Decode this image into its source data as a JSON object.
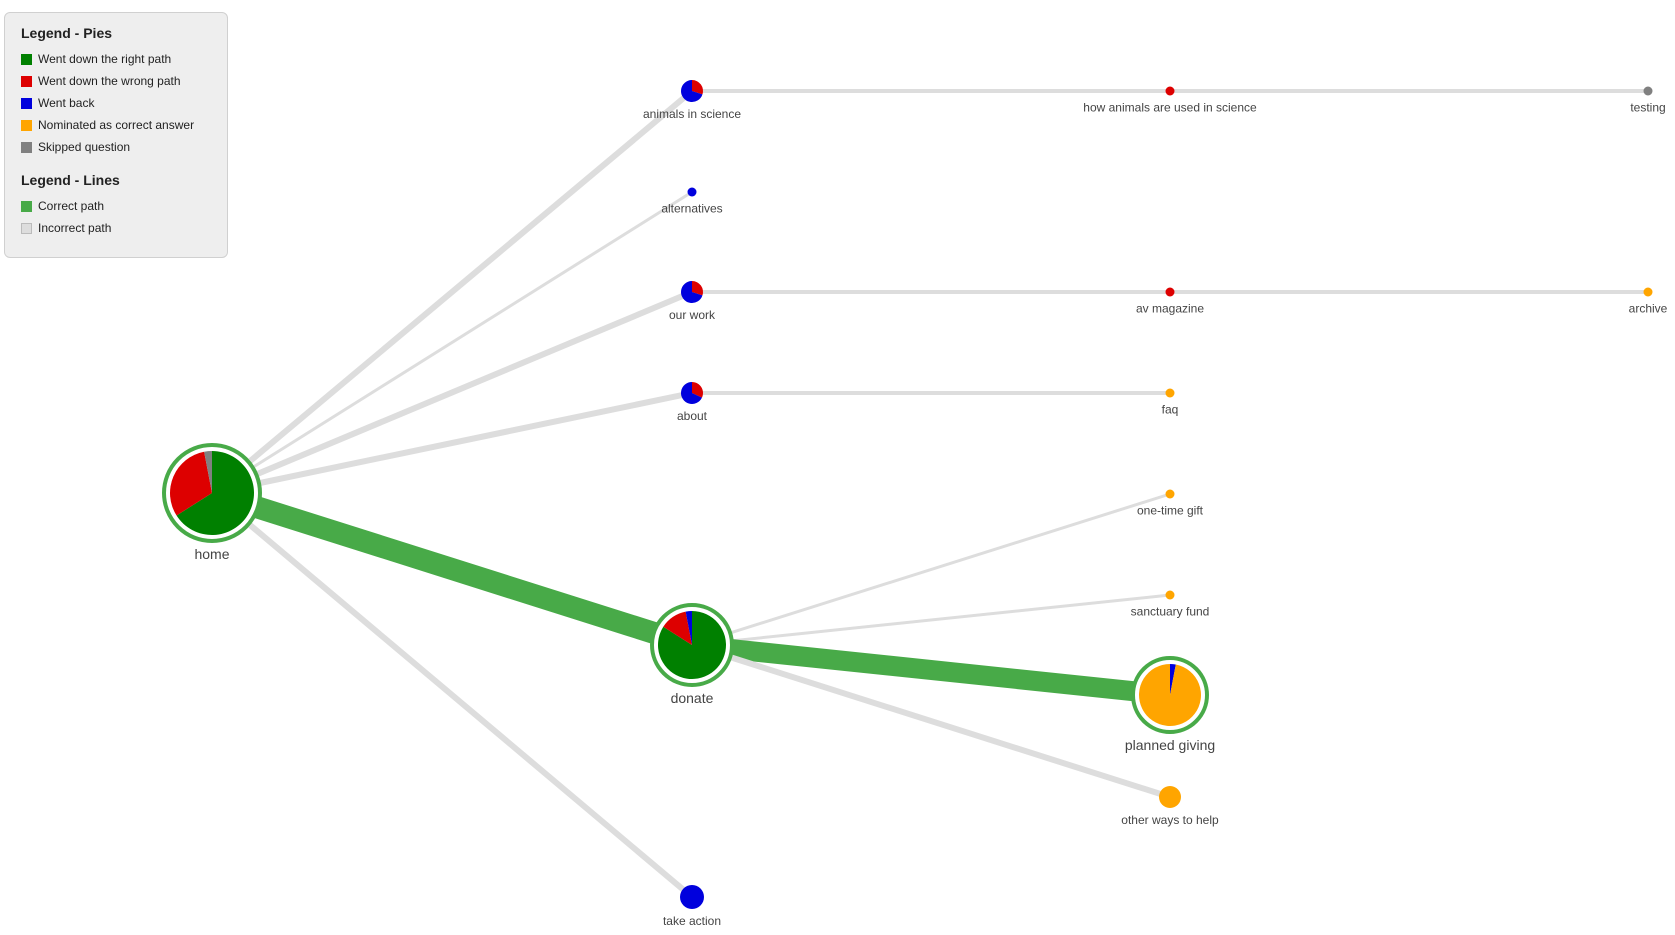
{
  "legend": {
    "pies_title": "Legend - Pies",
    "pies": [
      {
        "label": "Went down the right path",
        "color": "#008000",
        "icon": "square-swatch"
      },
      {
        "label": "Went down the wrong path",
        "color": "#dd0000",
        "icon": "square-swatch"
      },
      {
        "label": "Went back",
        "color": "#0000dd",
        "icon": "square-swatch"
      },
      {
        "label": "Nominated as correct answer",
        "color": "#ffa500",
        "icon": "square-swatch"
      },
      {
        "label": "Skipped question",
        "color": "#808080",
        "icon": "square-swatch"
      }
    ],
    "lines_title": "Legend - Lines",
    "lines": [
      {
        "label": "Correct path",
        "color": "#48aa48",
        "icon": "square-swatch"
      },
      {
        "label": "Incorrect path",
        "color": "#dddddd",
        "icon": "square-swatch"
      }
    ]
  },
  "colors": {
    "right": "#008000",
    "wrong": "#dd0000",
    "back": "#0000dd",
    "nominated": "#ffa500",
    "skipped": "#808080",
    "correct_line": "#48aa48",
    "incorrect_line": "#dddddd"
  },
  "nodes": [
    {
      "id": "home",
      "label": "home",
      "correct": true,
      "pie": {
        "right": 0.66,
        "wrong": 0.31,
        "back": 0.0,
        "nominated": 0.0,
        "skipped": 0.03
      }
    },
    {
      "id": "animals-in-science",
      "label": "animals in science",
      "correct": false,
      "pie": {
        "right": 0,
        "wrong": 0.3,
        "back": 0.7,
        "nominated": 0,
        "skipped": 0
      }
    },
    {
      "id": "alternatives",
      "label": "alternatives",
      "correct": false,
      "pie": {
        "right": 0,
        "wrong": 0,
        "back": 1,
        "nominated": 0,
        "skipped": 0
      }
    },
    {
      "id": "our-work",
      "label": "our work",
      "correct": false,
      "pie": {
        "right": 0,
        "wrong": 0.3,
        "back": 0.7,
        "nominated": 0,
        "skipped": 0
      }
    },
    {
      "id": "about",
      "label": "about",
      "correct": false,
      "pie": {
        "right": 0,
        "wrong": 0.32,
        "back": 0.68,
        "nominated": 0,
        "skipped": 0
      }
    },
    {
      "id": "donate",
      "label": "donate",
      "correct": true,
      "pie": {
        "right": 0.84,
        "wrong": 0.13,
        "back": 0.03,
        "nominated": 0,
        "skipped": 0
      }
    },
    {
      "id": "take-action",
      "label": "take action",
      "correct": false,
      "pie": {
        "right": 0,
        "wrong": 0,
        "back": 1,
        "nominated": 0,
        "skipped": 0
      }
    },
    {
      "id": "how-animals-are-used-in-science",
      "label": "how animals are used in science",
      "correct": false,
      "pie": {
        "right": 0,
        "wrong": 1,
        "back": 0,
        "nominated": 0,
        "skipped": 0
      }
    },
    {
      "id": "av-magazine",
      "label": "av magazine",
      "correct": false,
      "pie": {
        "right": 0,
        "wrong": 1,
        "back": 0,
        "nominated": 0,
        "skipped": 0
      }
    },
    {
      "id": "faq",
      "label": "faq",
      "correct": false,
      "pie": {
        "right": 0,
        "wrong": 0,
        "back": 0,
        "nominated": 1,
        "skipped": 0
      }
    },
    {
      "id": "one-time-gift",
      "label": "one-time gift",
      "correct": false,
      "pie": {
        "right": 0,
        "wrong": 0,
        "back": 0,
        "nominated": 1,
        "skipped": 0
      }
    },
    {
      "id": "sanctuary-fund",
      "label": "sanctuary fund",
      "correct": false,
      "pie": {
        "right": 0,
        "wrong": 0,
        "back": 0,
        "nominated": 1,
        "skipped": 0
      }
    },
    {
      "id": "planned-giving",
      "label": "planned giving",
      "correct": true,
      "pie": {
        "right": 0,
        "wrong": 0,
        "back": 0.03,
        "nominated": 0.97,
        "skipped": 0
      }
    },
    {
      "id": "other-ways-to-help",
      "label": "other ways to help",
      "correct": false,
      "pie": {
        "right": 0,
        "wrong": 0,
        "back": 0,
        "nominated": 1,
        "skipped": 0
      }
    },
    {
      "id": "testing",
      "label": "testing",
      "correct": false,
      "pie": {
        "right": 0,
        "wrong": 0,
        "back": 0,
        "nominated": 0,
        "skipped": 1
      }
    },
    {
      "id": "archive",
      "label": "archive",
      "correct": false,
      "pie": {
        "right": 0,
        "wrong": 0,
        "back": 0,
        "nominated": 1,
        "skipped": 0
      }
    }
  ],
  "edges": [
    {
      "from": "home",
      "to": "animals-in-science",
      "correct": false
    },
    {
      "from": "home",
      "to": "alternatives",
      "correct": false
    },
    {
      "from": "home",
      "to": "our-work",
      "correct": false
    },
    {
      "from": "home",
      "to": "about",
      "correct": false
    },
    {
      "from": "home",
      "to": "donate",
      "correct": true
    },
    {
      "from": "home",
      "to": "take-action",
      "correct": false
    },
    {
      "from": "animals-in-science",
      "to": "how-animals-are-used-in-science",
      "correct": false
    },
    {
      "from": "how-animals-are-used-in-science",
      "to": "testing",
      "correct": false
    },
    {
      "from": "our-work",
      "to": "av-magazine",
      "correct": false
    },
    {
      "from": "av-magazine",
      "to": "archive",
      "correct": false
    },
    {
      "from": "about",
      "to": "faq",
      "correct": false
    },
    {
      "from": "donate",
      "to": "one-time-gift",
      "correct": false
    },
    {
      "from": "donate",
      "to": "sanctuary-fund",
      "correct": false
    },
    {
      "from": "donate",
      "to": "planned-giving",
      "correct": true
    },
    {
      "from": "donate",
      "to": "other-ways-to-help",
      "correct": false
    }
  ]
}
